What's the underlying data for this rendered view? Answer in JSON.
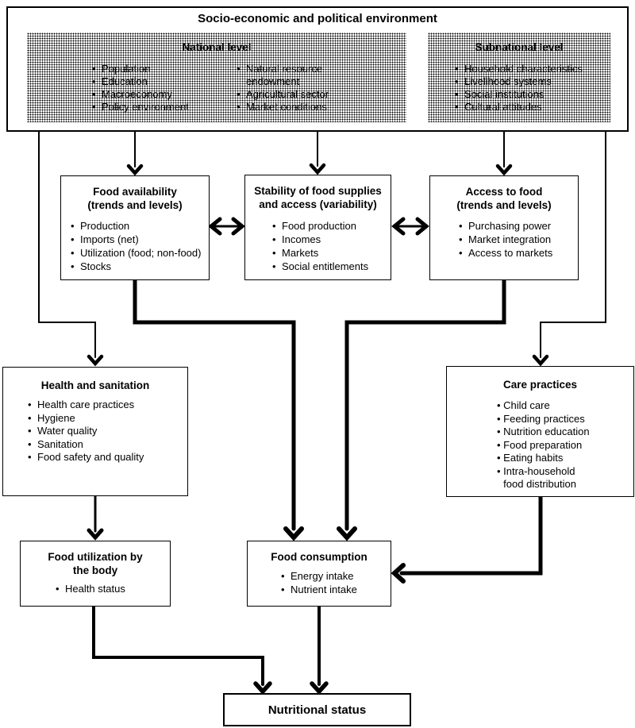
{
  "top": {
    "title": "Socio-economic and political environment",
    "national": {
      "title": "National level",
      "col1": [
        "Population",
        "Education",
        "Macroeconomy",
        "Policy environment"
      ],
      "col2": [
        "Natural resource endowment",
        "Agricultural sector",
        "Market conditions"
      ]
    },
    "subnational": {
      "title": "Subnational level",
      "items": [
        "Household characteristics",
        "Livelihood systems",
        "Social institutions",
        "Cultural attitudes"
      ]
    }
  },
  "availability": {
    "title": "Food availability",
    "subtitle": "(trends and levels)",
    "items": [
      "Production",
      "Imports (net)",
      "Utilization (food; non-food)",
      "Stocks"
    ]
  },
  "stability": {
    "title": "Stability of food supplies",
    "subtitle": "and access (variability)",
    "items": [
      "Food production",
      "Incomes",
      "Markets",
      "Social entitlements"
    ]
  },
  "access": {
    "title": "Access to food",
    "subtitle": "(trends and levels)",
    "items": [
      "Purchasing power",
      "Market integration",
      "Access to markets"
    ]
  },
  "health": {
    "title": "Health and sanitation",
    "items": [
      "Health care practices",
      "Hygiene",
      "Water quality",
      "Sanitation",
      "Food safety and quality"
    ]
  },
  "care": {
    "title": "Care practices",
    "items": [
      "Child care",
      "Feeding practices",
      "Nutrition education",
      "Food preparation",
      "Eating habits",
      "Intra-household food distribution"
    ]
  },
  "utilization": {
    "title": "Food utilization by",
    "subtitle": "the body",
    "items": [
      "Health status"
    ]
  },
  "consumption": {
    "title": "Food consumption",
    "items": [
      "Energy intake",
      "Nutrient intake"
    ]
  },
  "nutrition": {
    "title": "Nutritional status"
  },
  "colors": {
    "line": "#000000",
    "border": "#000000",
    "background": "#ffffff",
    "text": "#000000"
  }
}
